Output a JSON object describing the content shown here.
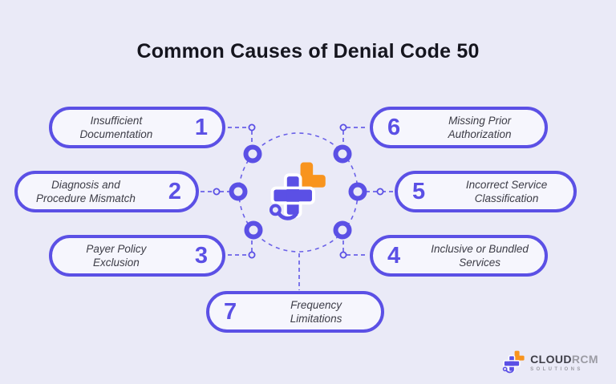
{
  "title": "Common Causes of Denial Code 50",
  "causes": [
    {
      "number": "1",
      "line1": "Insufficient",
      "line2": "Documentation"
    },
    {
      "number": "2",
      "line1": "Diagnosis and",
      "line2": "Procedure Mismatch"
    },
    {
      "number": "3",
      "line1": "Payer Policy",
      "line2": "Exclusion"
    },
    {
      "number": "4",
      "line1": "Inclusive or Bundled",
      "line2": "Services"
    },
    {
      "number": "5",
      "line1": "Incorrect Service",
      "line2": "Classification"
    },
    {
      "number": "6",
      "line1": "Missing Prior",
      "line2": "Authorization"
    },
    {
      "number": "7",
      "line1": "Frequency",
      "line2": "Limitations"
    }
  ],
  "center_icon": "medical-cross-with-stethoscope",
  "footer_logo": {
    "brand_primary": "CLOUD",
    "brand_secondary": "RCM",
    "tagline": "SOLUTIONS"
  },
  "colors": {
    "accent": "#5B50E5",
    "orange": "#F8941E",
    "background": "#EAEAF7",
    "pill_fill": "#F6F6FD",
    "title_text": "#15151E",
    "label_text": "#3C3C46",
    "logo_gray": "#9C9CA4"
  }
}
